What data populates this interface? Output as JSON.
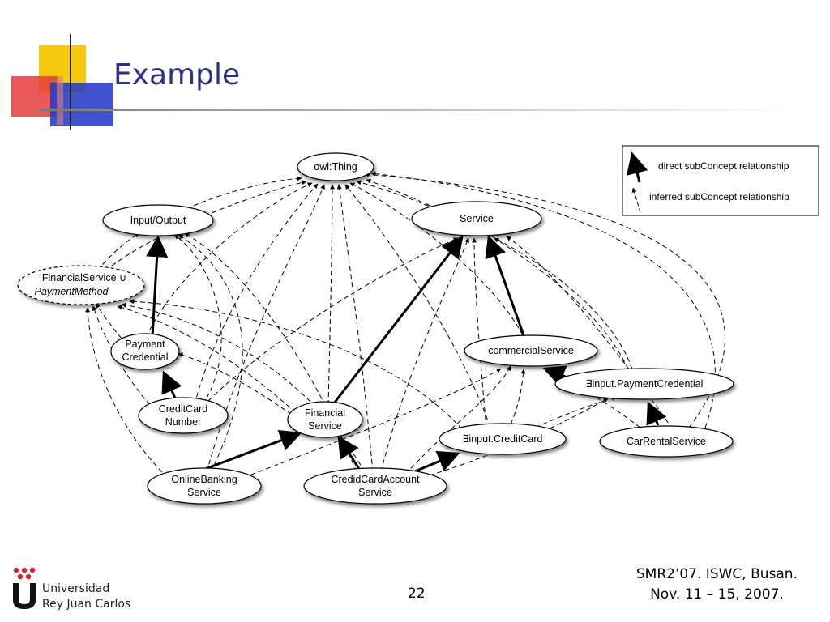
{
  "slide": {
    "title": "Example",
    "page_number": "22",
    "footer_line1": "SMR2’07. ISWC, Busan.",
    "footer_line2": "Nov. 11 – 15, 2007.",
    "university_line1": "Universidad",
    "university_line2": "Rey Juan Carlos",
    "colors": {
      "title": "#2f2f8f",
      "logo_red": "#e63b3b",
      "logo_yellow": "#f7c600",
      "logo_blue": "#2b3fc7"
    }
  },
  "diagram": {
    "nodes": {
      "owl_thing": "owl:Thing",
      "input_output": "Input/Output",
      "service": "Service",
      "financial_or_payment_1": "FinancialService ∪",
      "financial_or_payment_2": "PaymentMethod",
      "payment_credential_1": "Payment",
      "payment_credential_2": "Credential",
      "commercial_service": "commercialService",
      "input_payment_credential": "∃input.PaymentCredential",
      "credit_card_number_1": "CreditCard",
      "credit_card_number_2": "Number",
      "financial_service_1": "Financial",
      "financial_service_2": "Service",
      "input_credit_card": "∃input.CreditCard",
      "car_rental_service": "CarRentalService",
      "online_banking_1": "OnlineBanking",
      "online_banking_2": "Service",
      "credit_card_account_1": "CredidCardAccount",
      "credit_card_account_2": "Service"
    },
    "legend": {
      "direct": "direct subConcept relationship",
      "inferred": "inferred subConcept relationship"
    }
  }
}
